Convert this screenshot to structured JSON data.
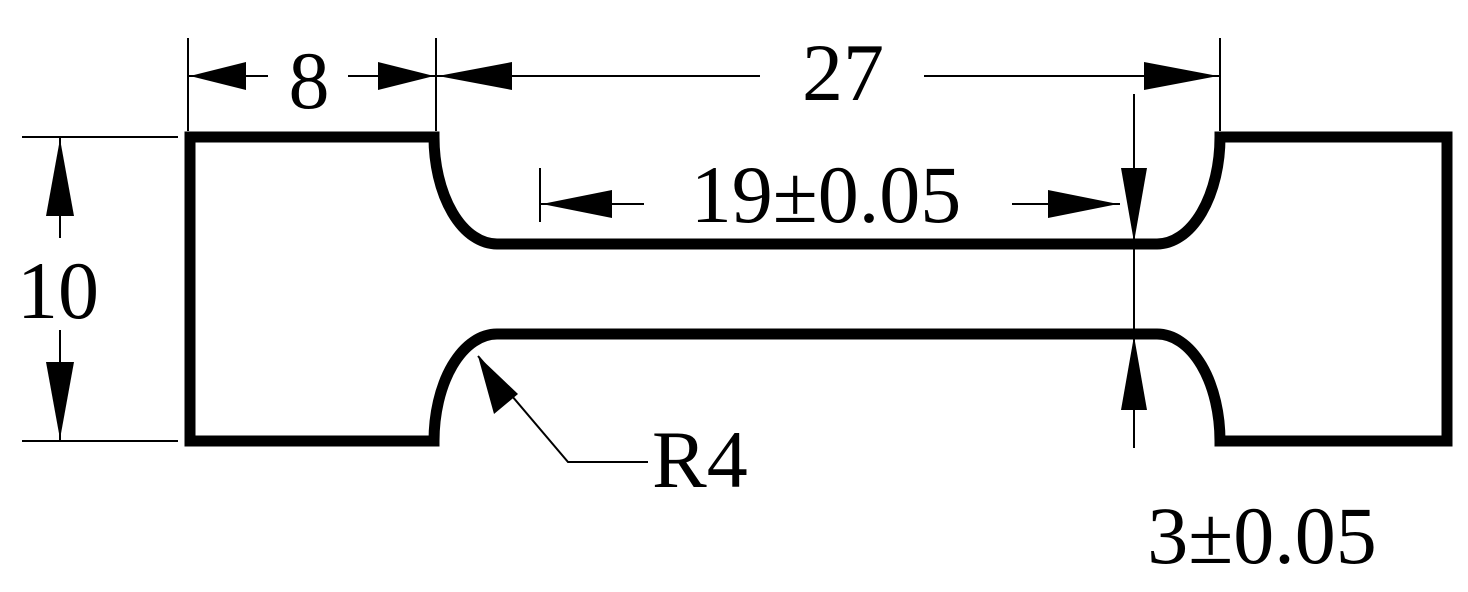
{
  "diagram": {
    "dimensions": {
      "grip_length": "8",
      "total_length": "27",
      "gauge_length": "19±0.05",
      "grip_width": "10",
      "fillet_radius": "R4",
      "gauge_width": "3±0.05"
    },
    "colors": {
      "line": "#000000",
      "background": "#ffffff"
    }
  }
}
